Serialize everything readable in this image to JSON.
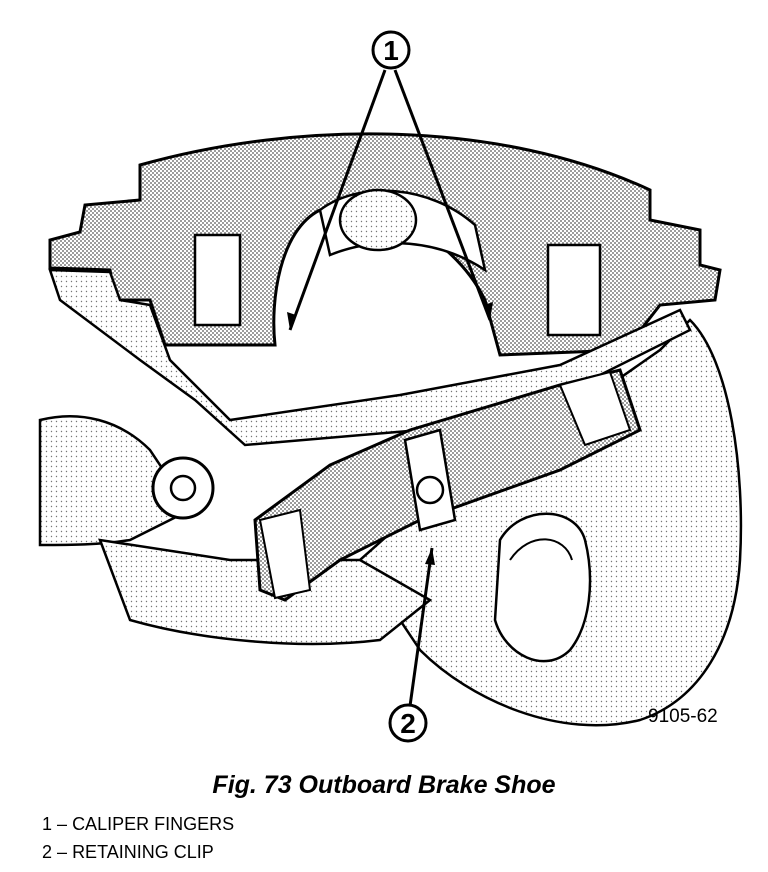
{
  "figure": {
    "callouts": [
      {
        "number": "1"
      },
      {
        "number": "2"
      }
    ],
    "figure_id": "9105-62"
  },
  "caption": "Fig. 73 Outboard Brake Shoe",
  "legend": [
    {
      "number": "1",
      "separator": "–",
      "label": "CALIPER FINGERS"
    },
    {
      "number": "2",
      "separator": "–",
      "label": "RETAINING CLIP"
    }
  ],
  "colors": {
    "ink": "#000000",
    "paper": "#ffffff",
    "shade": "#9a9a9a"
  }
}
